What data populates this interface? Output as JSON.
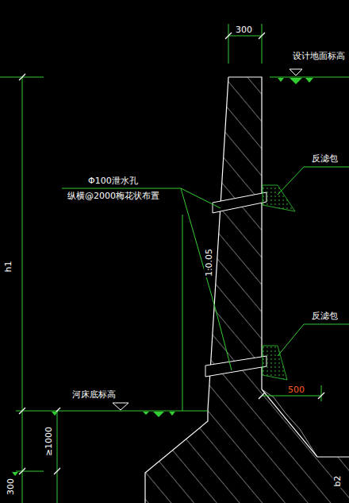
{
  "diagram": {
    "labels": [
      "300",
      "设计地面标高",
      "反滤包",
      "Φ100泄水孔",
      "纵横@2000梅花状布置",
      "1:0.05",
      "反滤包",
      "h1",
      "河床底标高",
      "500",
      "≥1000",
      "300",
      "b2"
    ]
  }
}
